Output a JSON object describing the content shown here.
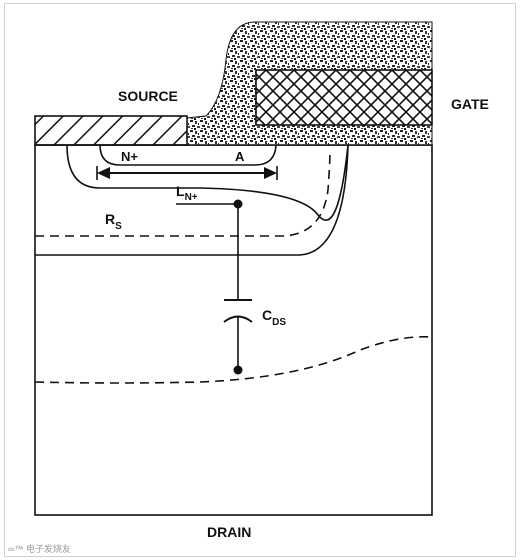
{
  "labels": {
    "source": "SOURCE",
    "gate": "GATE",
    "drain": "DRAIN",
    "n_plus": "N+",
    "a": "A",
    "l_main": "L",
    "l_sub": "N+",
    "rs_main": "R",
    "rs_sub": "S",
    "cds_main": "C",
    "cds_sub": "DS",
    "watermark": "∞™ 电子发烧友"
  },
  "colors": {
    "stroke": "#111111",
    "background": "#ffffff"
  }
}
